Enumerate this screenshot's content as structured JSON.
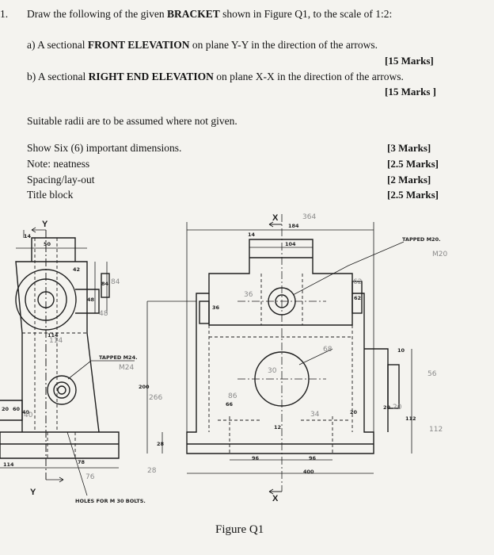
{
  "question": {
    "number": "1.",
    "line1_pre": "Draw the following of the given ",
    "line1_bold": "BRACKET",
    "line1_post": " shown in Figure Q1, to the scale of 1:2:",
    "a_pre": "a) A sectional ",
    "a_bold": "FRONT ELEVATION",
    "a_post": " on plane Y-Y in the direction of the arrows.",
    "a_marks": "[15 Marks]",
    "b_pre": "b) A sectional ",
    "b_bold": "RIGHT END ELEVATION",
    "b_post": " on plane X-X in the direction of the arrows.",
    "b_marks": "[15 Marks ]",
    "radii_note": "Suitable radii are to be assumed where not given.",
    "requirements": [
      {
        "text": "Show Six (6) important dimensions.",
        "marks": "[3 Marks]"
      },
      {
        "text": "Note: neatness",
        "marks": "[2.5 Marks]"
      },
      {
        "text": "Spacing/lay-out",
        "marks": "[2 Marks]"
      },
      {
        "text": "Title block",
        "marks": "[2.5 Marks]"
      }
    ]
  },
  "figure": {
    "caption": "Figure Q1",
    "left_view": {
      "section_label_top": "Y",
      "section_label_bottom": "Y",
      "dims": [
        "14",
        "50",
        "42",
        "84",
        "48",
        "114",
        "20",
        "60",
        "40",
        "114",
        "78",
        "TAPPED M24."
      ],
      "handwritten": [
        "84",
        "48",
        "114",
        "M24",
        "40",
        "76"
      ],
      "holes_note": "HOLES FOR M 30 BOLTS."
    },
    "right_view": {
      "section_label_top": "X",
      "section_label_bottom": "X",
      "dims": [
        "184",
        "14",
        "104",
        "10",
        "12",
        "36",
        "62",
        "200",
        "66",
        "96",
        "96",
        "400",
        "20",
        "20",
        "112",
        "28",
        "TAPPED M20."
      ],
      "handwritten": [
        "364",
        "36",
        "62",
        "68",
        "56",
        "20",
        "112",
        "M20",
        "266",
        "28",
        "86",
        "30",
        "34"
      ]
    }
  }
}
